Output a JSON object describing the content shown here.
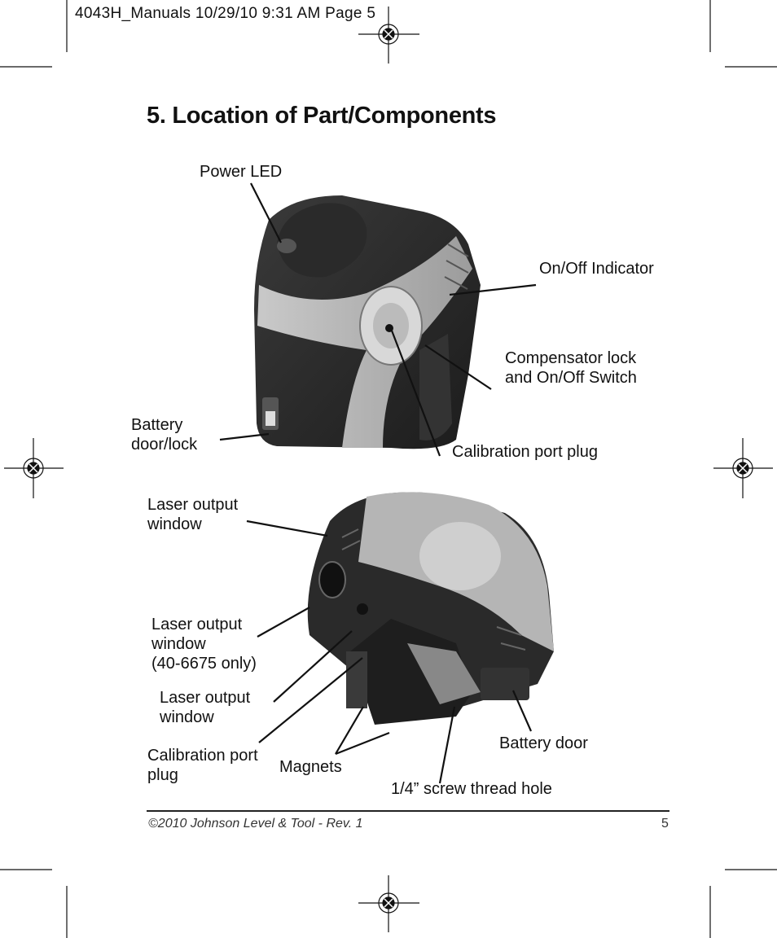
{
  "slug_line": "4043H_Manuals  10/29/10  9:31 AM  Page 5",
  "heading": "5. Location of Part/Components",
  "top_figure": {
    "labels": {
      "power_led": "Power LED",
      "onoff_indicator": "On/Off Indicator",
      "compensator_lock": "Compensator lock\nand On/Off Switch",
      "battery_door_lock": "Battery\ndoor/lock",
      "calibration_port_plug": "Calibration port plug"
    }
  },
  "bottom_figure": {
    "labels": {
      "laser_window_1": "Laser output\nwindow",
      "laser_window_2": "Laser output\nwindow\n(40-6675 only)",
      "laser_window_3": "Laser output\nwindow",
      "calibration_port_plug": "Calibration port\nplug",
      "magnets": "Magnets",
      "screw_thread": "1/4” screw thread hole",
      "battery_door": "Battery door"
    }
  },
  "footer": {
    "copyright": "©2010 Johnson Level & Tool - Rev. 1",
    "page_number": "5"
  }
}
